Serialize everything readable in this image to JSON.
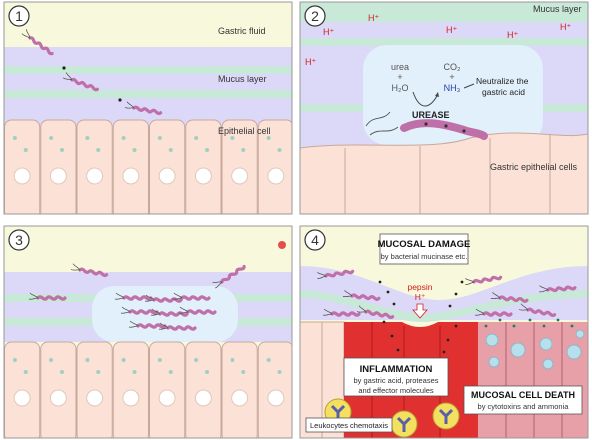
{
  "panels": [
    {
      "number": "1",
      "labels": {
        "fluid": "Gastric fluid",
        "mucus": "Mucus layer",
        "epithelium": "Epithelial cell"
      }
    },
    {
      "number": "2",
      "labels": {
        "mucus": "Mucus layer",
        "epithelium": "Gastric epithelial cells",
        "proton": "H⁺",
        "urea": "urea",
        "plus1": "+",
        "water": "H₂O",
        "co2": "CO₂",
        "plus2": "+",
        "ammonia": "NH₃",
        "neutralize_line1": "Neutralize the",
        "neutralize_line2": "gastric acid",
        "enzyme": "UREASE"
      }
    },
    {
      "number": "3",
      "labels": {}
    },
    {
      "number": "4",
      "labels": {
        "mucosal_damage_title": "MUCOSAL DAMAGE",
        "mucosal_damage_sub": "by bacterial mucinase etc.",
        "pepsin": "pepsin",
        "proton": "H⁺",
        "inflammation_title": "INFLAMMATION",
        "inflammation_sub1": "by gastric acid, proteases",
        "inflammation_sub2": "and effector molecules",
        "cell_death_title": "MUCOSAL CELL DEATH",
        "cell_death_sub": "by cytotoxins and ammonia",
        "leukocytes": "Leukocytes chemotaxis"
      }
    }
  ],
  "colors": {
    "fluid": "#f8f8dc",
    "mucus": "#dcd8f8",
    "band": "#c8e8d8",
    "cell": "#fbe1d6",
    "cell_edge": "#c9a89c",
    "nucleus": "#ffffff",
    "bacteria": "#c070a8",
    "red_text": "#d02020",
    "halo": "#e2f0fb",
    "inflamed": "#e03030",
    "dying": "#e8a0a8",
    "dying_nucleus": "#b8e0ec",
    "leuko": "#f4e060"
  }
}
